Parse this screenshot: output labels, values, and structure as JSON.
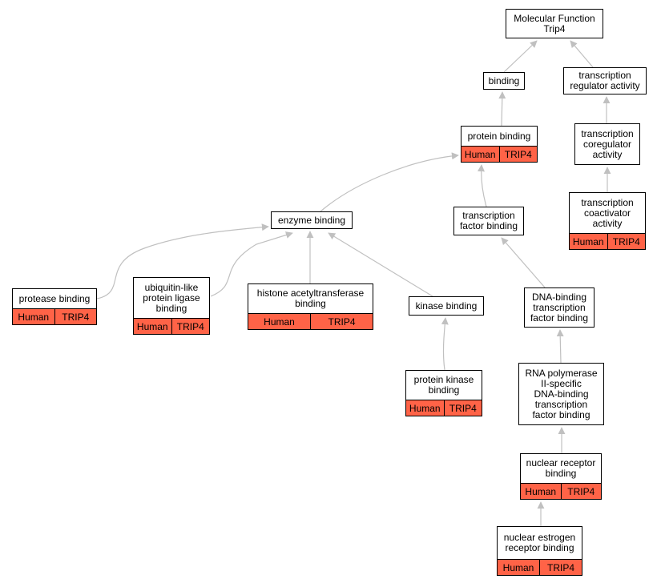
{
  "nodes": [
    {
      "id": "mf",
      "label": "Molecular Function\nTrip4"
    },
    {
      "id": "binding",
      "label": "binding"
    },
    {
      "id": "tra",
      "label": "transcription\nregulator activity"
    },
    {
      "id": "pb",
      "label": "protein binding",
      "species": "Human",
      "gene": "TRIP4"
    },
    {
      "id": "tca",
      "label": "transcription\ncoregulator\nactivity"
    },
    {
      "id": "tcaa",
      "label": "transcription\ncoactivator\nactivity",
      "species": "Human",
      "gene": "TRIP4"
    },
    {
      "id": "eb",
      "label": "enzyme binding"
    },
    {
      "id": "tfb",
      "label": "transcription\nfactor binding"
    },
    {
      "id": "prb",
      "label": "protease binding",
      "species": "Human",
      "gene": "TRIP4"
    },
    {
      "id": "ubl",
      "label": "ubiquitin-like\nprotein ligase\nbinding",
      "species": "Human",
      "gene": "TRIP4"
    },
    {
      "id": "hab",
      "label": "histone acetyltransferase\nbinding",
      "species": "Human",
      "gene": "TRIP4"
    },
    {
      "id": "kb",
      "label": "kinase binding"
    },
    {
      "id": "dbtf",
      "label": "DNA-binding\ntranscription\nfactor binding"
    },
    {
      "id": "pkb",
      "label": "protein kinase\nbinding",
      "species": "Human",
      "gene": "TRIP4"
    },
    {
      "id": "rnap",
      "label": "RNA polymerase\nII-specific\nDNA-binding\ntranscription\nfactor binding"
    },
    {
      "id": "nrb",
      "label": "nuclear receptor\nbinding",
      "species": "Human",
      "gene": "TRIP4"
    },
    {
      "id": "nerb",
      "label": "nuclear estrogen\nreceptor binding",
      "species": "Human",
      "gene": "TRIP4"
    }
  ],
  "edges": [
    {
      "from": "binding",
      "to": "mf"
    },
    {
      "from": "tra",
      "to": "mf"
    },
    {
      "from": "pb",
      "to": "binding"
    },
    {
      "from": "tca",
      "to": "tra"
    },
    {
      "from": "tcaa",
      "to": "tca"
    },
    {
      "from": "eb",
      "to": "pb"
    },
    {
      "from": "tfb",
      "to": "pb"
    },
    {
      "from": "prb",
      "to": "eb"
    },
    {
      "from": "ubl",
      "to": "eb"
    },
    {
      "from": "hab",
      "to": "eb"
    },
    {
      "from": "kb",
      "to": "eb"
    },
    {
      "from": "dbtf",
      "to": "tfb"
    },
    {
      "from": "pkb",
      "to": "kb"
    },
    {
      "from": "rnap",
      "to": "dbtf"
    },
    {
      "from": "nrb",
      "to": "rnap"
    },
    {
      "from": "nerb",
      "to": "nrb"
    }
  ],
  "colors": {
    "annotation_fill": "#ff6347",
    "edge": "#c0c0c0"
  }
}
